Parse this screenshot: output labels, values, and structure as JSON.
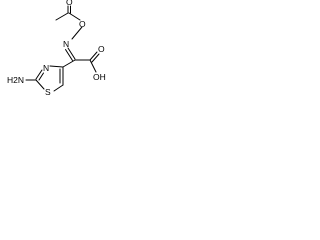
{
  "molecule": {
    "atoms": {
      "o_carbonyl": "O",
      "o_ester": "O",
      "n_oxime": "N",
      "oh": "OH",
      "o_acid": "O",
      "n_ring": "N",
      "s_ring": "S",
      "nh2": "H2N"
    }
  }
}
